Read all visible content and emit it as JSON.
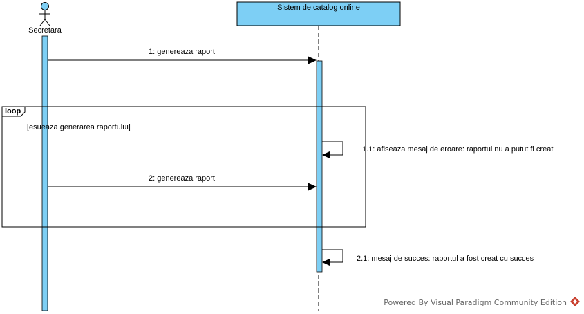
{
  "actor": {
    "name": "Secretara"
  },
  "system": {
    "name": "Sistem de catalog online"
  },
  "messages": [
    {
      "id": "m1",
      "label": "1: genereaza raport"
    },
    {
      "id": "m11",
      "label": "1.1: afiseaza mesaj de eroare: raportul nu a putut fi creat"
    },
    {
      "id": "m2",
      "label": "2: genereaza raport"
    },
    {
      "id": "m21",
      "label": "2.1: mesaj de succes: raportul a fost creat cu succes"
    }
  ],
  "fragment": {
    "operator": "loop",
    "guard": "[esueaza generarea raportului]"
  },
  "watermark": {
    "text": "Powered By Visual Paradigm Community Edition"
  },
  "colors": {
    "fill": "#7dcff5",
    "stroke": "#000000",
    "watermark_logo": "#c9402f"
  }
}
